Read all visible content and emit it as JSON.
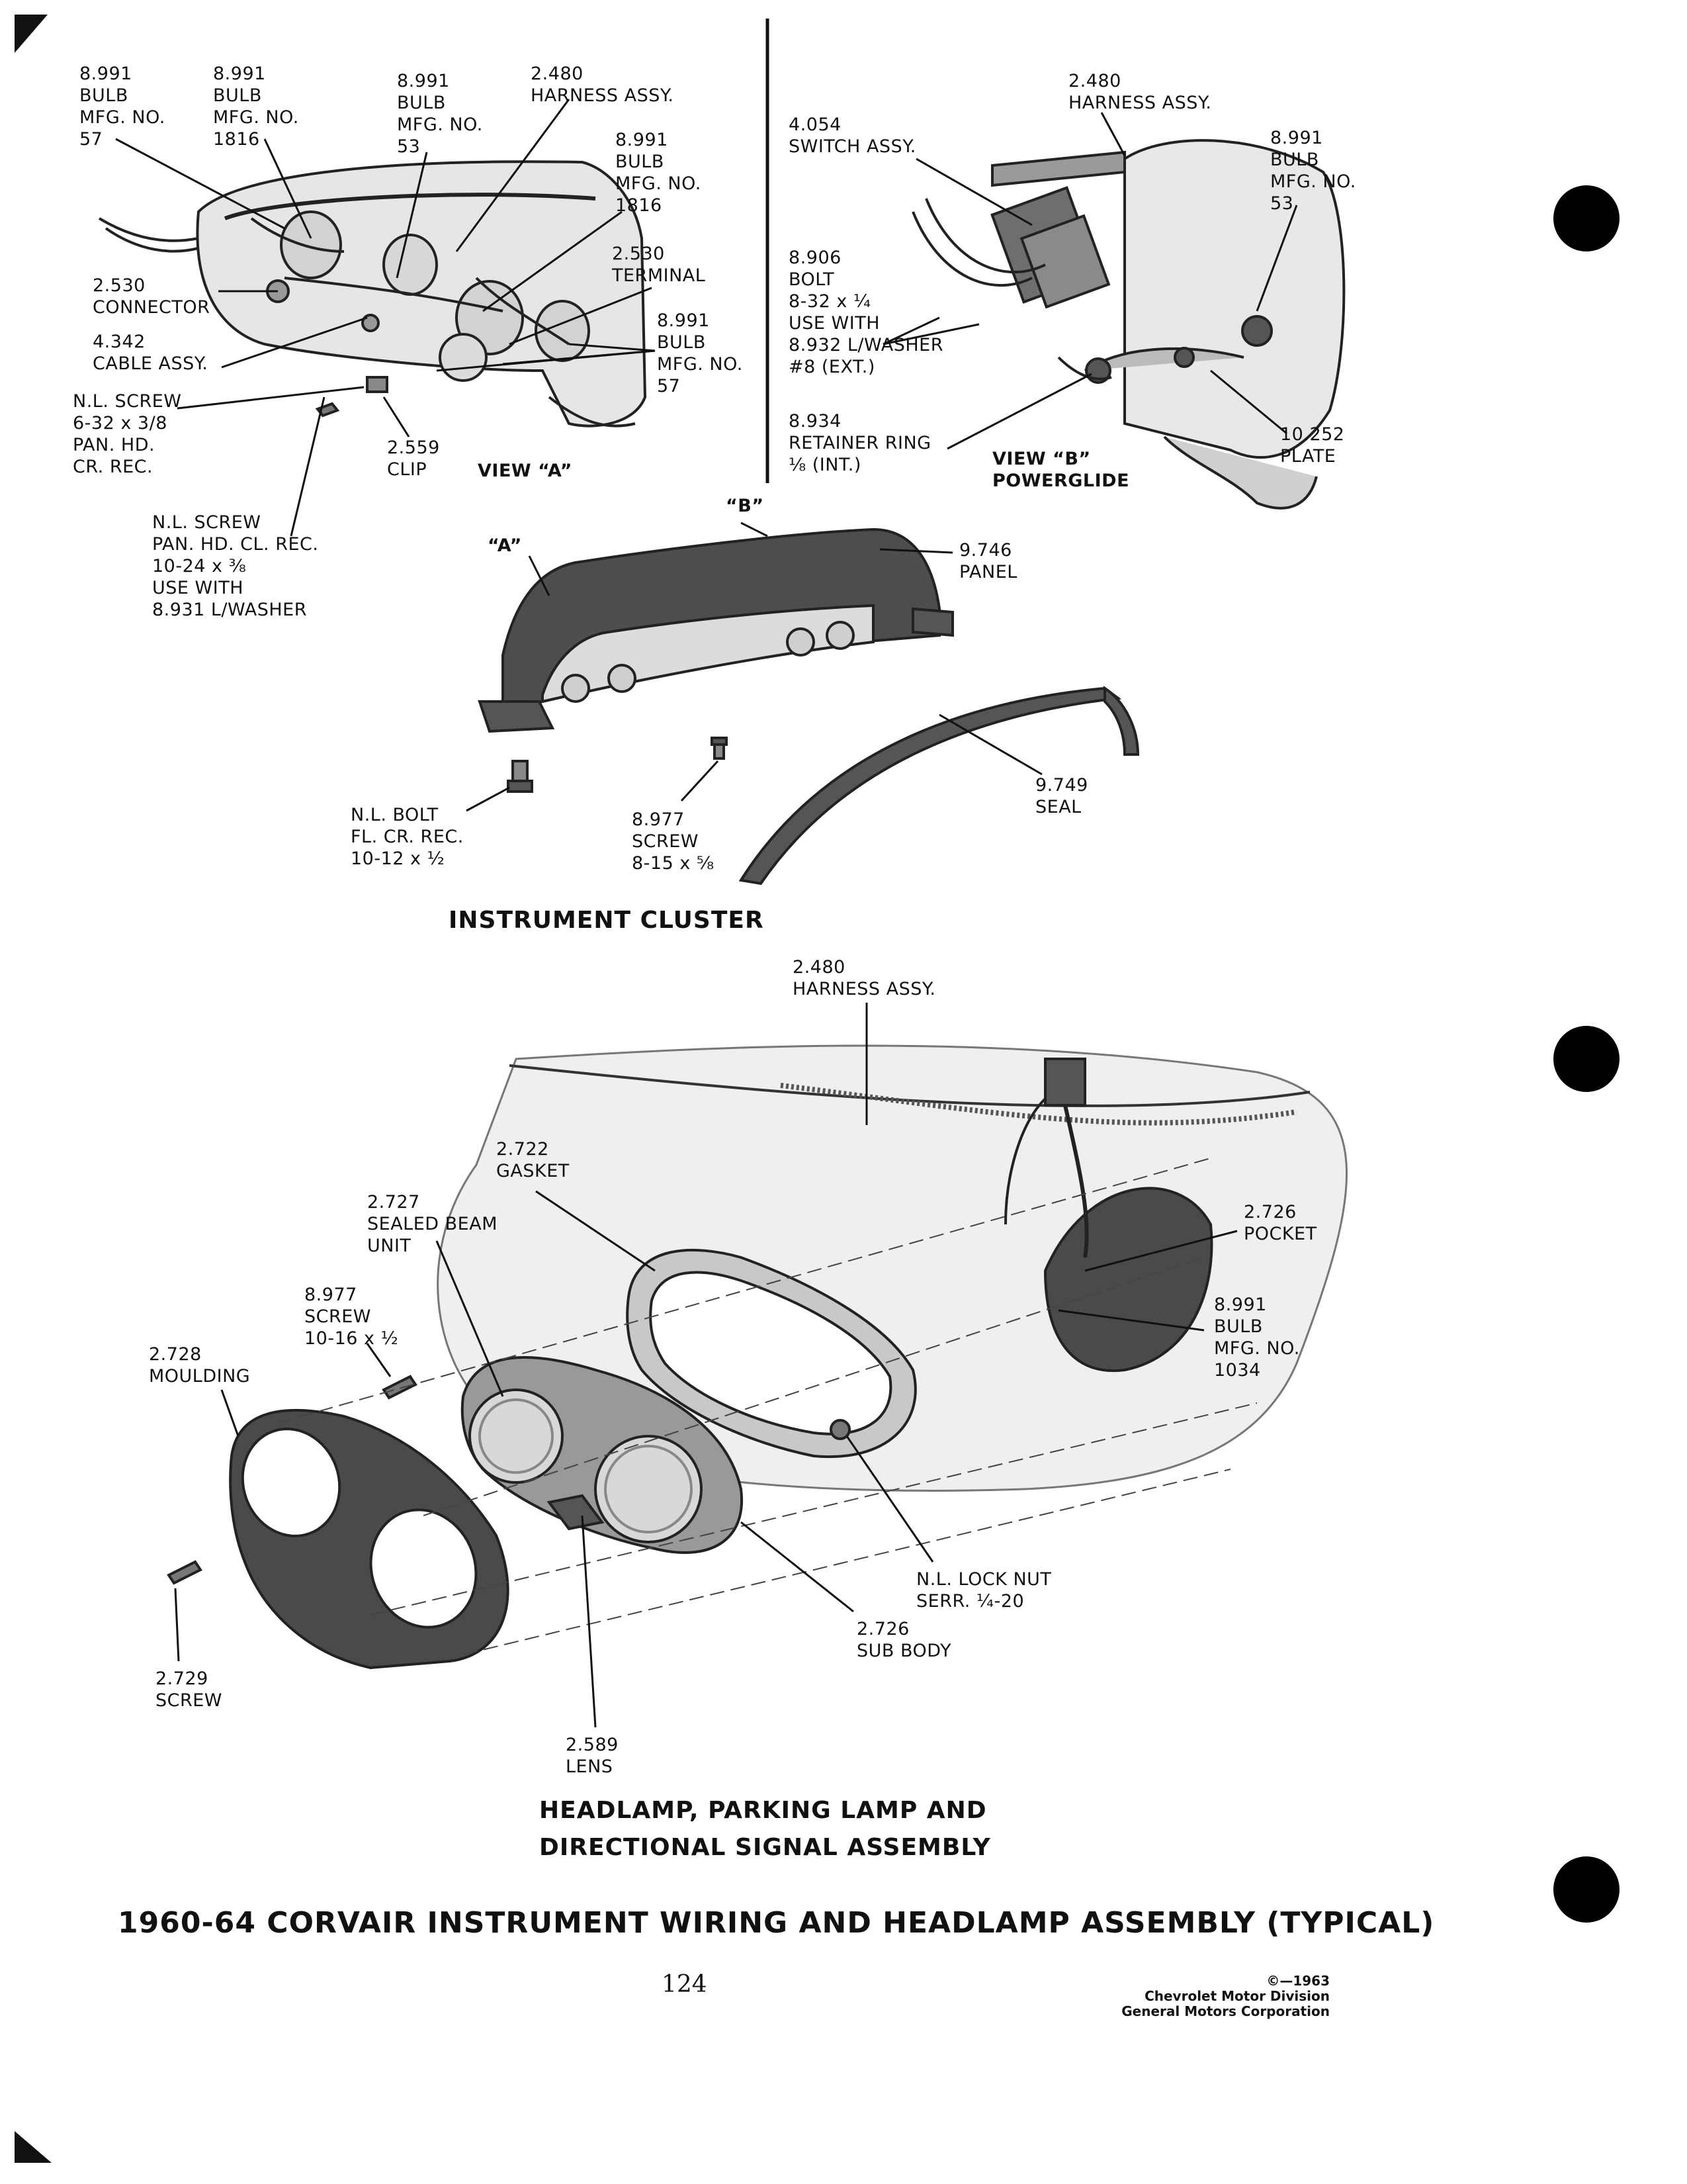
{
  "view_a": {
    "bulb_57_left": "8.991\nBULB\nMFG. NO.\n57",
    "bulb_1816_left": "8.991\nBULB\nMFG. NO.\n1816",
    "bulb_53_left": "8.991\nBULB\nMFG. NO.\n53",
    "harness": "2.480\nHARNESS ASSY.",
    "bulb_1816_right": "8.991\nBULB\nMFG. NO.\n1816",
    "terminal": "2.530\nTERMINAL",
    "connector": "2.530\nCONNECTOR",
    "cable": "4.342\nCABLE ASSY.",
    "bulb_57_right": "8.991\nBULB\nMFG. NO.\n57",
    "nl_screw": "N.L. SCREW\n6-32 x 3/8\nPAN. HD.\nCR. REC.",
    "clip": "2.559\nCLIP",
    "view_label": "VIEW “A”"
  },
  "view_b": {
    "harness": "2.480\nHARNESS ASSY.",
    "switch": "4.054\nSWITCH ASSY.",
    "bulb_53": "8.991\nBULB\nMFG. NO.\n53",
    "bolt": "8.906\nBOLT\n8-32 x ¼\nUSE WITH\n8.932 L/WASHER\n#8 (EXT.)",
    "retainer": "8.934\nRETAINER RING\n⅛ (INT.)",
    "view_label": "VIEW “B”\nPOWERGLIDE",
    "plate": "10.252\nPLATE"
  },
  "cluster": {
    "nl_screw": "N.L. SCREW\nPAN. HD. CL. REC.\n10-24 x ⅜\nUSE WITH\n8.931 L/WASHER",
    "callout_b": "“B”",
    "callout_a": "“A”",
    "panel": "9.746\nPANEL",
    "seal": "9.749\nSEAL",
    "nl_bolt": "N.L. BOLT\nFL. CR. REC.\n10-12 x ½",
    "screw": "8.977\nSCREW\n8-15 x ⅝",
    "title": "INSTRUMENT CLUSTER"
  },
  "headlamp": {
    "harness": "2.480\nHARNESS ASSY.",
    "gasket": "2.722\nGASKET",
    "sealed_beam": "2.727\nSEALED BEAM\nUNIT",
    "pocket": "2.726\nPOCKET",
    "screw": "8.977\nSCREW\n10-16 x ½",
    "moulding": "2.728\nMOULDING",
    "bulb": "8.991\nBULB\nMFG. NO.\n1034",
    "lock_nut": "N.L. LOCK NUT\nSERR. ¼-20",
    "sub_body": "2.726\nSUB BODY",
    "screw_2729": "2.729\nSCREW",
    "lens": "2.589\nLENS",
    "title": "HEADLAMP, PARKING LAMP AND\nDIRECTIONAL SIGNAL ASSEMBLY"
  },
  "page": {
    "main_title": "1960-64 CORVAIR INSTRUMENT WIRING AND HEADLAMP ASSEMBLY (TYPICAL)",
    "page_number": "124",
    "copyright": "©—1963\nChevrolet Motor Division\nGeneral Motors Corporation"
  }
}
